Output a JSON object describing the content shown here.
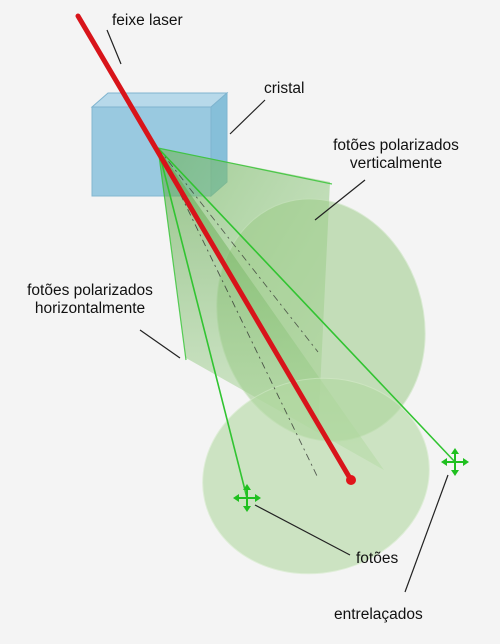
{
  "labels": {
    "laser": "feixe laser",
    "crystal": "cristal",
    "vertical_line1": "fotões polarizados",
    "vertical_line2": "verticalmente",
    "horizontal_line1": "fotões polarizados",
    "horizontal_line2": "horizontalmente",
    "photons": "fotões",
    "entangled": "entrelaçados"
  },
  "colors": {
    "background": "#f4f4f4",
    "laser": "#d8141a",
    "crystal": "#8fc3dc",
    "cone_fill": "#8cc878",
    "cone_edge": "#34c034",
    "label_line": "#222222"
  },
  "icons": {
    "polarization_marker": "double-arrow-cross-icon"
  }
}
